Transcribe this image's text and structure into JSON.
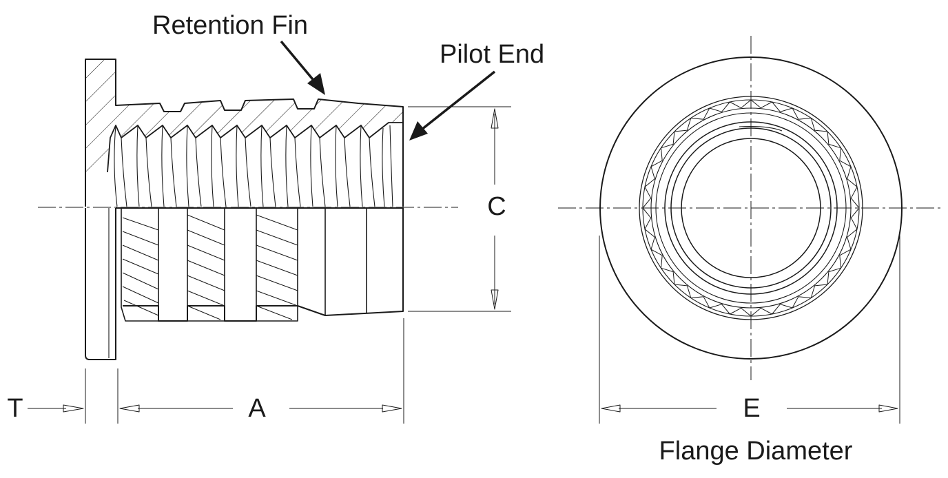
{
  "labels": {
    "retention_fin": "Retention Fin",
    "pilot_end": "Pilot End",
    "dim_c": "C",
    "dim_t": "T",
    "dim_a": "A",
    "dim_e": "E",
    "flange_diameter": "Flange Diameter"
  },
  "colors": {
    "line": "#1a1a1a",
    "background": "#ffffff"
  }
}
